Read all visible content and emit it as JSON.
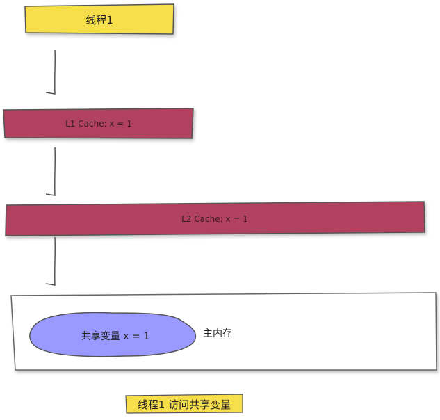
{
  "colors": {
    "thread_fill": "#f7df4b",
    "cache_fill": "#b0435f",
    "shared_fill": "#9999ff",
    "caption_fill": "#f7df4b",
    "stroke": "#555555"
  },
  "nodes": {
    "thread": "线程1",
    "l1_cache": "L1 Cache:  x = 1",
    "l2_cache": "L2 Cache:  x = 1",
    "shared_variable": "共享变量 x = 1",
    "main_memory": "主内存"
  },
  "caption": "线程1 访问共享变量"
}
